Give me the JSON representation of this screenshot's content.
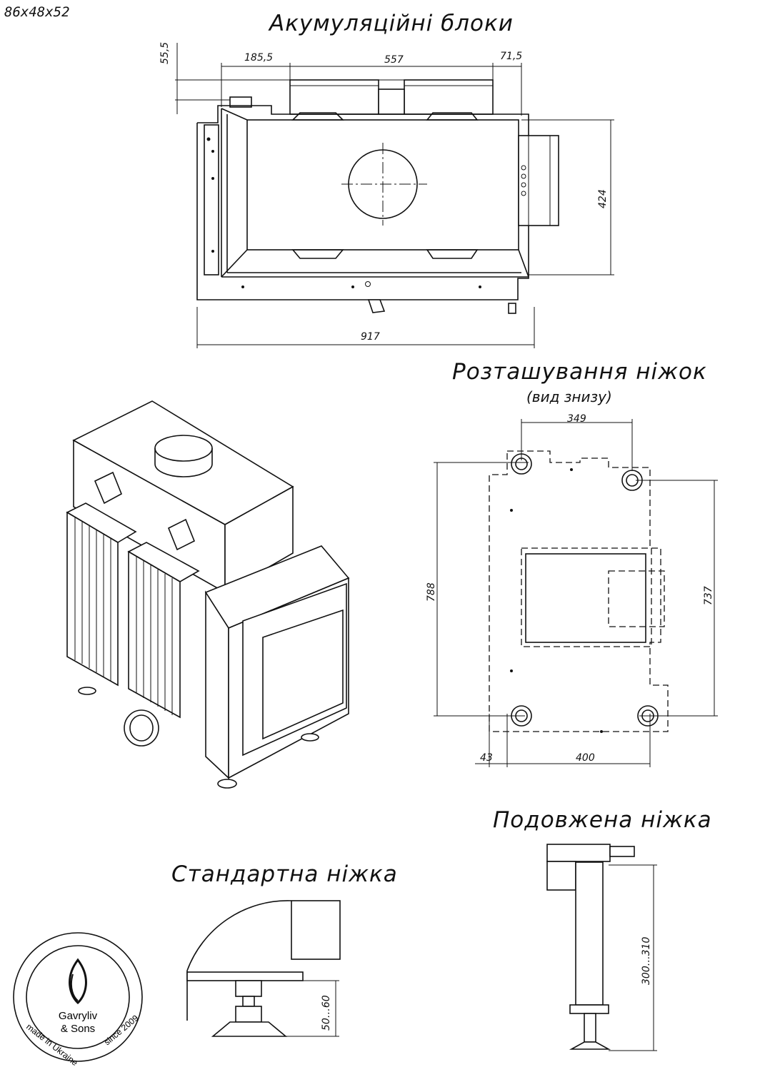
{
  "model_code": "86x48x52",
  "top_view": {
    "title": "Акумуляційні блоки",
    "dims": {
      "left_offset": "185,5",
      "block_span": "557",
      "right_offset": "71,5",
      "top_offset": "55,5",
      "depth": "424",
      "width": "917"
    }
  },
  "legs_view": {
    "title": "Розташування ніжок",
    "subtitle": "(вид знизу)",
    "dims": {
      "top_span": "349",
      "left_height": "788",
      "right_height": "737",
      "left_offset": "43",
      "bottom_span": "400"
    }
  },
  "extended_leg": {
    "title": "Подовжена ніжка",
    "range": "300…310"
  },
  "standard_leg": {
    "title": "Стандартна ніжка",
    "range": "50…60"
  },
  "logo": {
    "brand_line1": "Gavryliv",
    "brand_line2": "& Sons",
    "ring_left": "made in Ukraine",
    "ring_right": "since 2009"
  }
}
